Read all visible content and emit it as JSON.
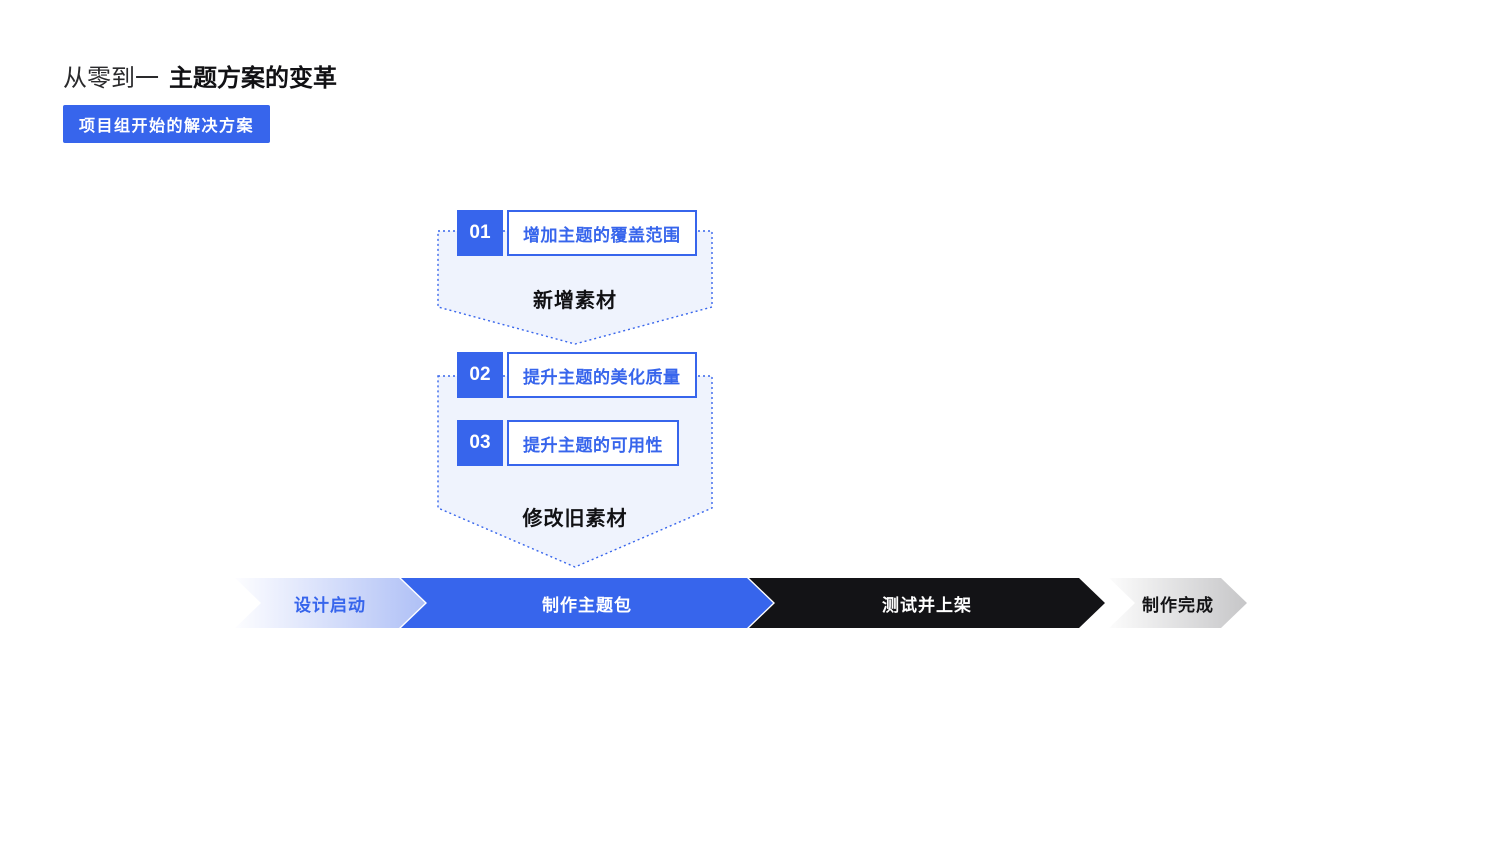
{
  "header": {
    "title_prefix": "从零到一",
    "title_main": "主题方案的变革",
    "badge": "项目组开始的解决方案"
  },
  "diagram": {
    "groups": [
      {
        "label": "新增素材",
        "items": [
          {
            "num": "01",
            "text": "增加主题的覆盖范围"
          }
        ]
      },
      {
        "label": "修改旧素材",
        "items": [
          {
            "num": "02",
            "text": "提升主题的美化质量"
          },
          {
            "num": "03",
            "text": "提升主题的可用性"
          }
        ]
      }
    ]
  },
  "process": {
    "steps": [
      {
        "label": "设计启动"
      },
      {
        "label": "制作主题包"
      },
      {
        "label": "测试并上架"
      },
      {
        "label": "制作完成"
      }
    ]
  },
  "colors": {
    "accent_blue": "#3765EC",
    "pentagon_fill": "#EFF3FD",
    "step_black": "#131316"
  }
}
